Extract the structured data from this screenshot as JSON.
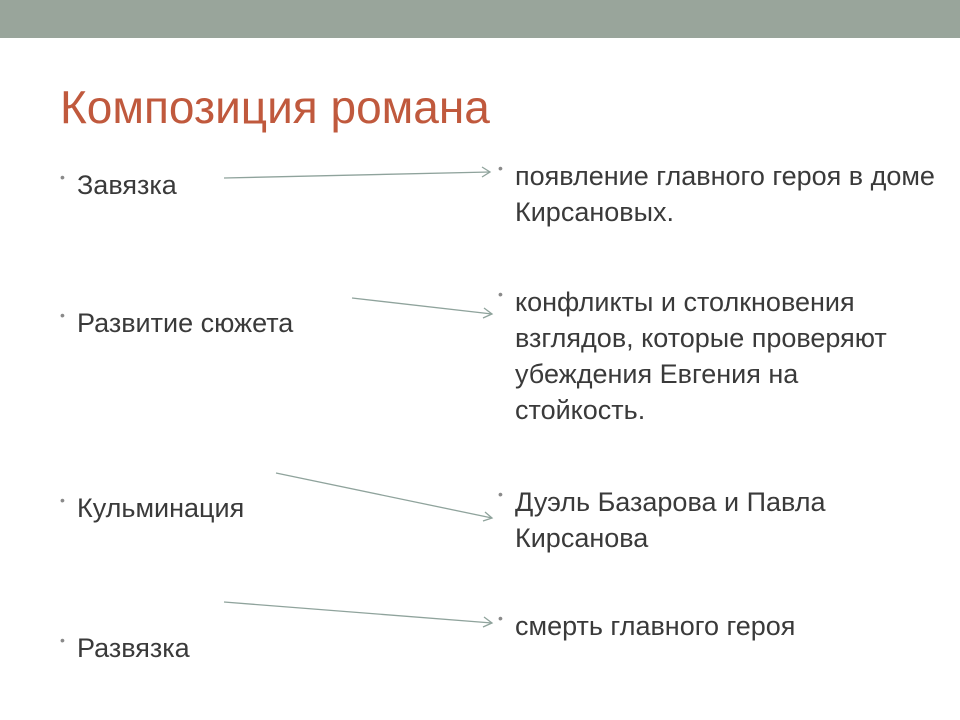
{
  "theme": {
    "top_bar_color": "#99a59b",
    "title_color": "#c0593d",
    "text_color": "#3a3a3a",
    "arrow_color": "#8fa39c"
  },
  "slide": {
    "title": "Композиция романа",
    "stages": [
      "Завязка",
      "Развитие сюжета",
      "Кульминация",
      "Развязка"
    ],
    "descriptions": [
      "появление главного героя в доме Кирсановых.",
      "конфликты и столкновения взглядов, которые проверяют убеждения Евгения на стойкость.",
      "Дуэль Базарова и Павла Кирсанова",
      "смерть главного героя"
    ]
  }
}
